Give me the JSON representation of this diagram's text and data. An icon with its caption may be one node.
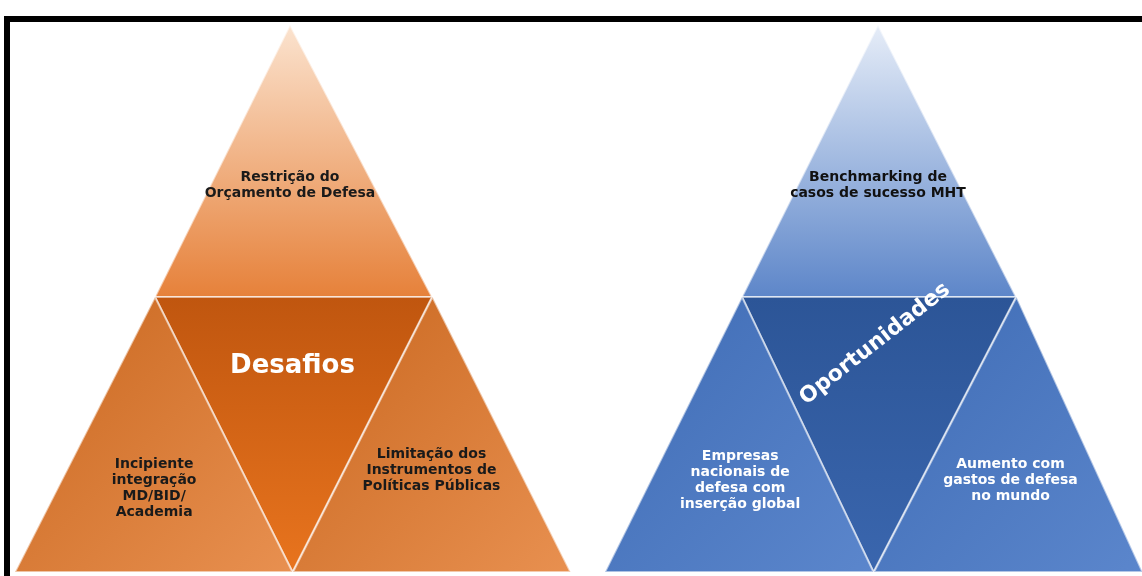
{
  "diagram": {
    "nodes": [
      {
        "text": [
          "Restrição do Orçamento de Defesa"
        ]
      },
      {
        "text": [
          "Desafios"
        ]
      },
      {
        "text": [
          "Incipiente integração MD/BID/ Academia"
        ]
      },
      {
        "text": [
          "Limitação dos Instrumentos de Políticas Públicas"
        ]
      },
      {
        "text": [
          "Benchmarking de casos de sucesso MHT"
        ]
      },
      {
        "text": [
          "Oportunidades"
        ]
      },
      {
        "text": [
          "Empresas nacionais de defesa com inserção global"
        ]
      },
      {
        "text": [
          "Aumento com gastos de defesa no mundo"
        ]
      }
    ]
  }
}
